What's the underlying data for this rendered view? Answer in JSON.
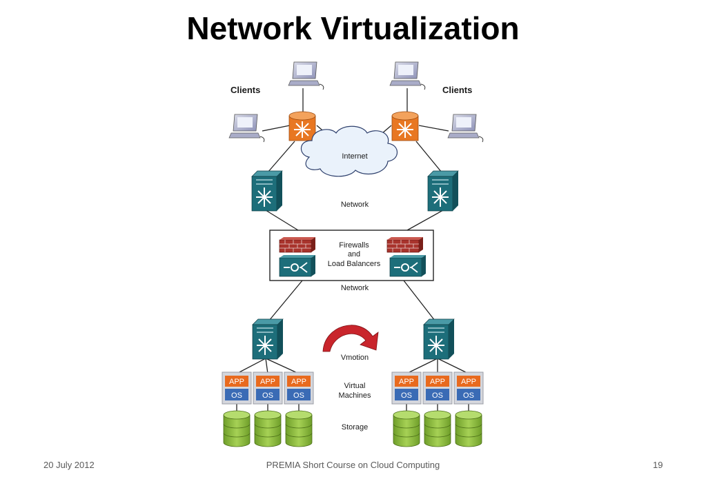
{
  "slide": {
    "title": "Network Virtualization",
    "footer_date": "20 July 2012",
    "footer_course": "PREMIA Short Course on Cloud Computing",
    "page_number": "19"
  },
  "diagram": {
    "clients_left": "Clients",
    "clients_right": "Clients",
    "internet": "Internet",
    "network_top": "Network",
    "firewalls_line1": "Firewalls",
    "firewalls_line2": "and",
    "firewalls_line3": "Load Balancers",
    "network_bottom": "Network",
    "vmotion": "Vmotion",
    "vm_line1": "Virtual",
    "vm_line2": "Machines",
    "storage": "Storage",
    "app_label": "APP",
    "os_label": "OS"
  },
  "colors": {
    "router": "#e87722",
    "switch": "#1d6e7a",
    "firewall": "#a8332c",
    "app": "#e86a1e",
    "os": "#3a6bb5",
    "storage": "#8cc63f",
    "arrow": "#c9252c"
  }
}
